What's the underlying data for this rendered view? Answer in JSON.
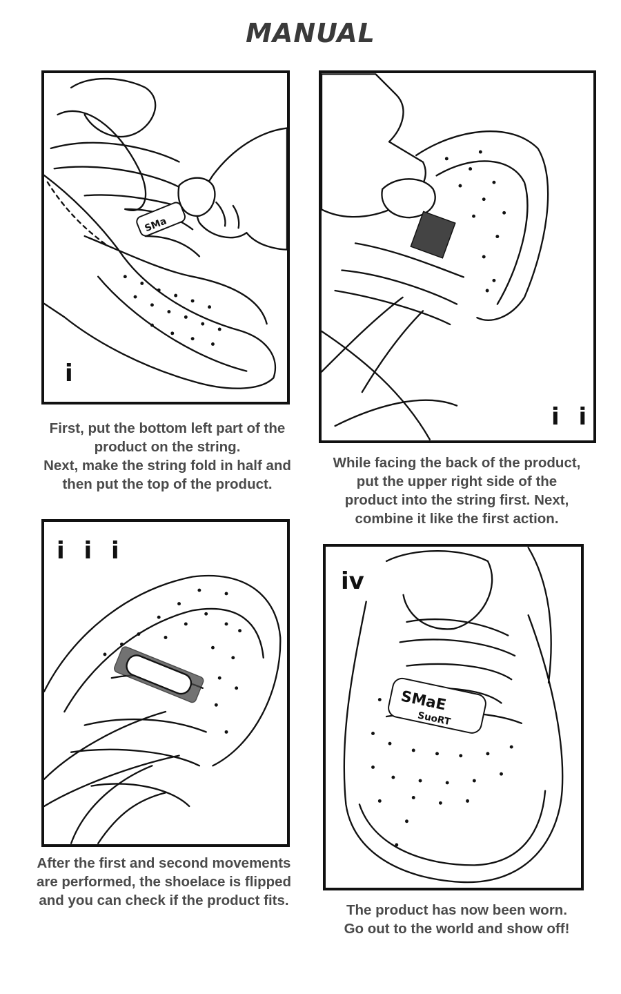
{
  "title": "MANUAL",
  "steps": [
    {
      "numeral": "i",
      "caption": [
        "First, put the bottom left part of the",
        "product on the string.",
        "Next, make the string fold in half and",
        "then put the top of the product."
      ]
    },
    {
      "numeral": "i i",
      "caption": [
        "While facing the back of the product,",
        "put the upper right side of the",
        "product into the string first. Next,",
        "combine it like the first action."
      ]
    },
    {
      "numeral": "i i i",
      "caption": [
        "After the first and second movements",
        "are performed, the shoelace is flipped",
        "and you can check if the product fits."
      ]
    },
    {
      "numeral": "iv",
      "caption": [
        "The product has now been worn.",
        "Go out to the world and show off!"
      ]
    }
  ],
  "charm_text": "SMaE SuoRT"
}
